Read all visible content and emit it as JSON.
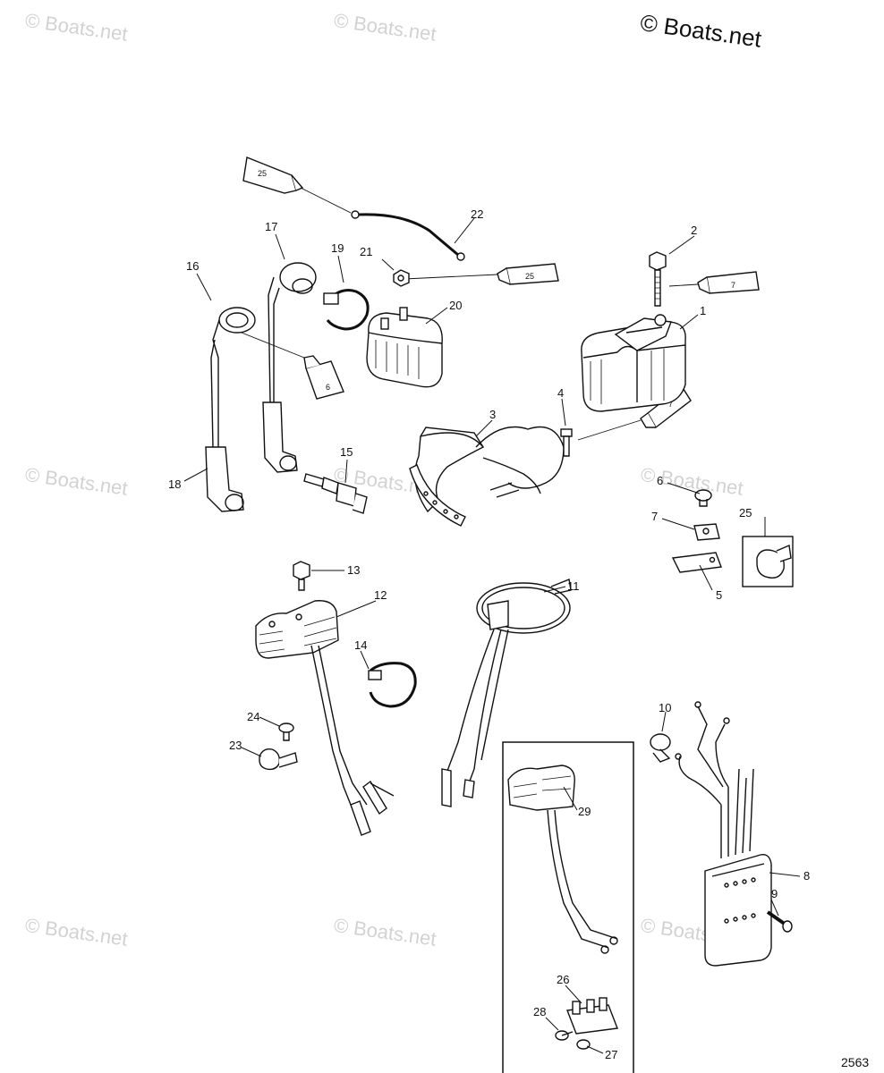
{
  "copyright": "© Boats.net",
  "watermark": "© Boats.net",
  "diagram_number": "2563",
  "callouts": [
    "1",
    "2",
    "3",
    "4",
    "5",
    "6",
    "7",
    "8",
    "9",
    "10",
    "11",
    "12",
    "13",
    "14",
    "15",
    "16",
    "17",
    "18",
    "19",
    "20",
    "21",
    "22",
    "23",
    "24",
    "25",
    "26",
    "27",
    "28",
    "29"
  ],
  "tube_labels": [
    "25",
    "25",
    "6",
    "7",
    "7"
  ]
}
